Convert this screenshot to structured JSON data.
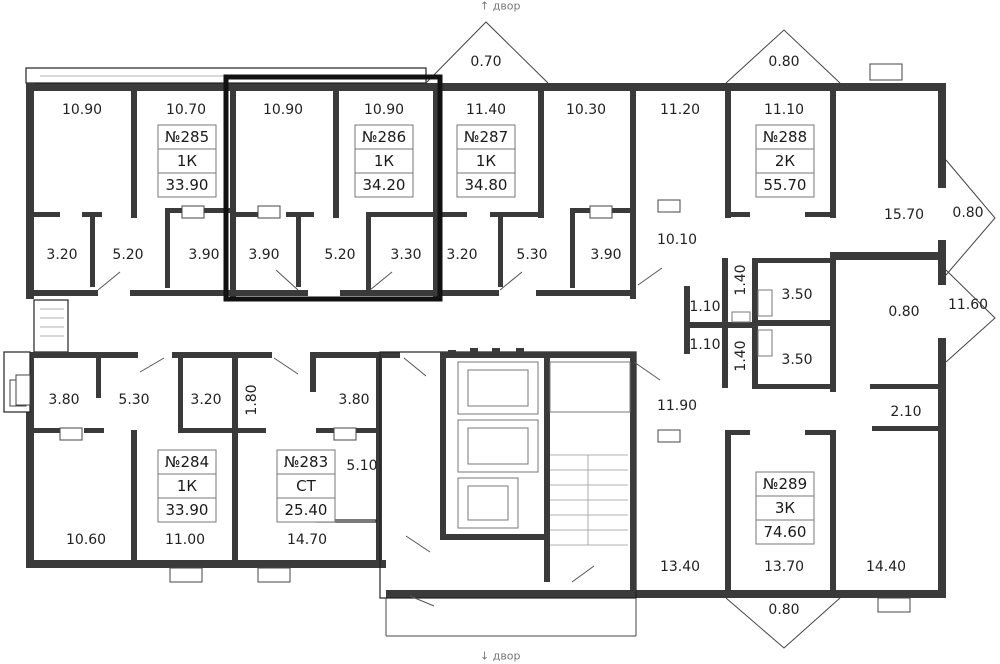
{
  "directions": {
    "top": "↑ двор",
    "bottom": "↓ двор"
  },
  "apartments": [
    {
      "number": "№285",
      "type": "1К",
      "area": "33.90"
    },
    {
      "number": "№286",
      "type": "1К",
      "area": "34.20"
    },
    {
      "number": "№287",
      "type": "1К",
      "area": "34.80"
    },
    {
      "number": "№288",
      "type": "2К",
      "area": "55.70"
    },
    {
      "number": "№284",
      "type": "1К",
      "area": "33.90"
    },
    {
      "number": "№283",
      "type": "СТ",
      "area": "25.40"
    },
    {
      "number": "№289",
      "type": "3К",
      "area": "74.60"
    }
  ],
  "rooms": [
    "10.90",
    "10.70",
    "10.90",
    "10.90",
    "11.40",
    "10.30",
    "11.20",
    "11.10",
    "0.70",
    "0.80",
    "3.20",
    "5.20",
    "3.90",
    "3.90",
    "5.20",
    "3.30",
    "3.20",
    "5.30",
    "3.90",
    "10.10",
    "15.70",
    "0.80",
    "0.80",
    "11.60",
    "1.40",
    "3.50",
    "1.10",
    "1.10",
    "1.40",
    "3.50",
    "3.80",
    "5.30",
    "3.20",
    "1.80",
    "3.80",
    "5.10",
    "11.90",
    "2.10",
    "10.60",
    "11.00",
    "14.70",
    "13.40",
    "13.70",
    "14.40",
    "0.80"
  ]
}
